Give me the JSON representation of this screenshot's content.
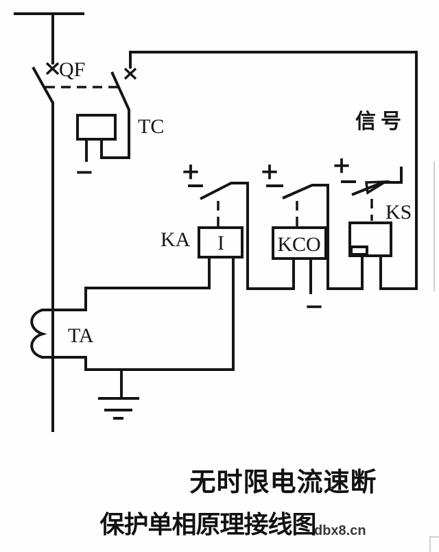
{
  "figure": {
    "type": "electrical-schematic",
    "caption_line1": "无时限电流速断",
    "caption_line2": "保护单相原理接线图",
    "watermark": "dbx8.cn",
    "labels": {
      "qf": "QF",
      "tc": "TC",
      "ka": "KA",
      "ka_coil_value": "I",
      "kco": "KCO",
      "ks": "KS",
      "ta": "TA",
      "signal": "信号"
    },
    "symbols": {
      "plus": "+",
      "minus": "−"
    },
    "colors": {
      "ink": "#151515",
      "paper": "#fefefe",
      "watermark_ink": "#383838"
    }
  }
}
